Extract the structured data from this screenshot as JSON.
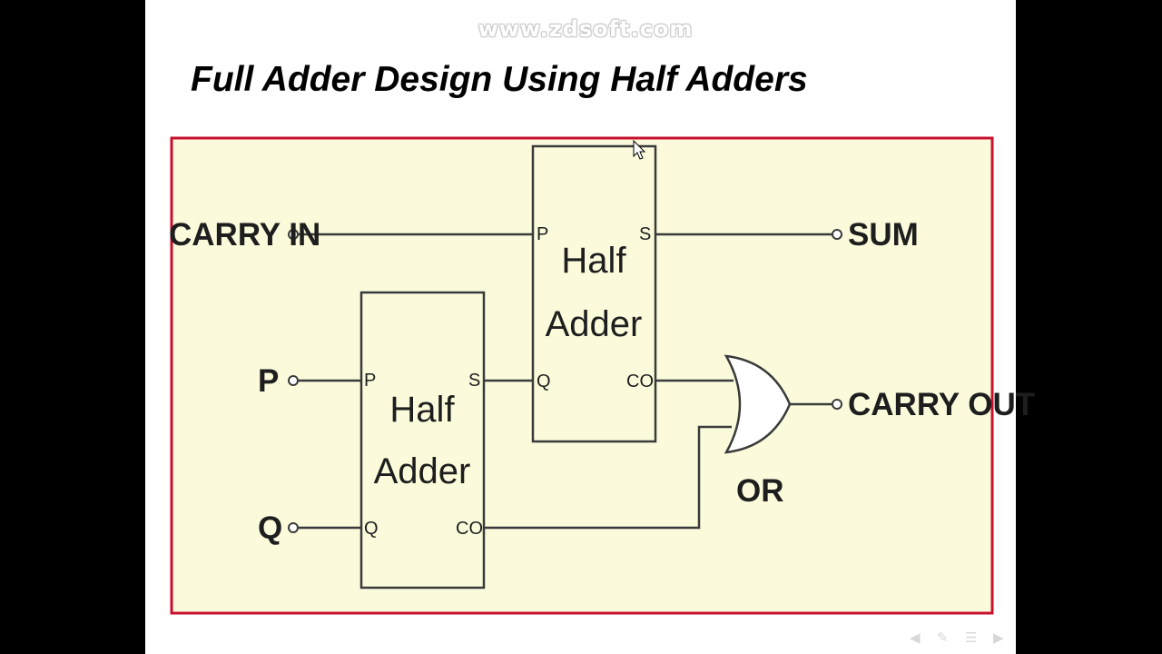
{
  "watermark": "www.zdsoft.com",
  "title": "Full Adder Design Using Half Adders",
  "colors": {
    "frame": "#c8102e",
    "panel": "#fbfbdc",
    "wire": "#3a3a3a"
  },
  "diagram": {
    "inputs": {
      "carry_in": "CARRY IN",
      "p": "P",
      "q": "Q"
    },
    "outputs": {
      "sum": "SUM",
      "carry_out": "CARRY OUT"
    },
    "half_adder_1": {
      "line1": "Half",
      "line2": "Adder",
      "pin_p": "P",
      "pin_q": "Q",
      "pin_s": "S",
      "pin_co": "CO"
    },
    "half_adder_2": {
      "line1": "Half",
      "line2": "Adder",
      "pin_p": "P",
      "pin_q": "Q",
      "pin_s": "S",
      "pin_co": "CO"
    },
    "or_gate": {
      "label": "OR"
    }
  },
  "slideshow_controls": [
    "arrow-left-icon",
    "pen-icon",
    "menu-icon",
    "arrow-right-icon"
  ]
}
